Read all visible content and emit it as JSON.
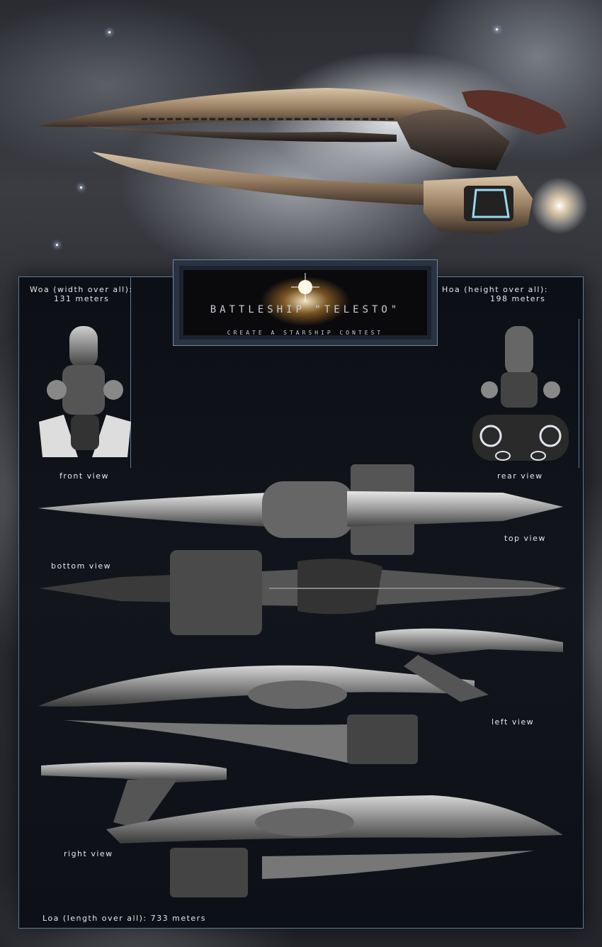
{
  "title": "BATTLESHIP \"TELESTO\"",
  "subtitle": "CREATE A STARSHIP CONTEST",
  "dimensions": {
    "width": {
      "label": "Woa  (width over all):",
      "value": "131 meters"
    },
    "height": {
      "label": "Hoa  (height over all):",
      "value": "198 meters"
    },
    "length": {
      "label": "Loa  (length over all):  733 meters"
    }
  },
  "views": {
    "front": "front view",
    "rear": "rear view",
    "top": "top view",
    "bottom": "bottom view",
    "left": "left view",
    "right": "right view"
  },
  "colors": {
    "frame": "#5d7a99",
    "hull_bronze": "#b49a7a",
    "hull_dark": "#4a3a30",
    "engine_glow": "#9ad8f0"
  }
}
